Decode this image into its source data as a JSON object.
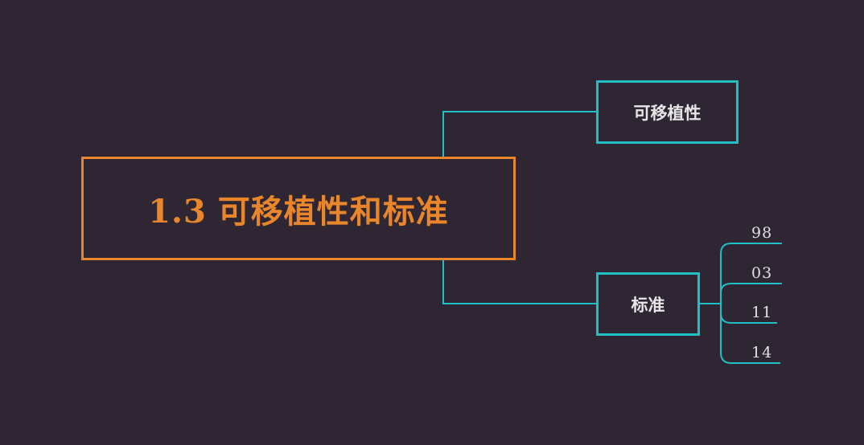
{
  "root": {
    "number": "1.3",
    "title": "可移植性和标准"
  },
  "children": [
    {
      "label": "可移植性"
    },
    {
      "label": "标准"
    }
  ],
  "standard_versions": [
    "98",
    "03",
    "11",
    "14"
  ],
  "colors": {
    "background": "#2e2733",
    "root_border": "#e9862b",
    "root_text": "#e9862b",
    "branch_line": "#1fbfc4",
    "node_text": "#e6e6e6"
  }
}
